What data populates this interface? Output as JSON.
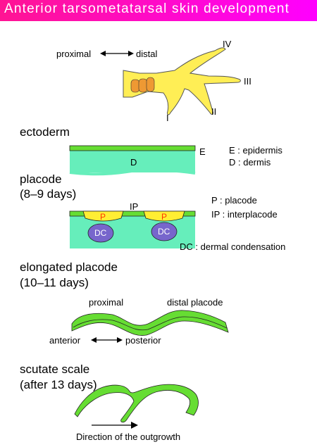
{
  "banner": {
    "title": "Anterior tarsometatarsal skin development"
  },
  "foot": {
    "proximal_label": "proximal",
    "distal_label": "distal",
    "digits": [
      "I",
      "II",
      "III",
      "IV"
    ]
  },
  "stages": {
    "ectoderm": {
      "heading": "ectoderm",
      "epidermis_mark": "E",
      "dermis_mark": "D"
    },
    "placode": {
      "heading_line1": "placode",
      "heading_line2": "(8–9 days)",
      "ip_mark": "IP",
      "p_mark": "P",
      "dc_mark": "DC"
    },
    "elongated": {
      "heading_line1": "elongated placode",
      "heading_line2": "(10–11 days)",
      "proximal_label": "proximal",
      "distal_label": "distal placode",
      "anterior_label": "anterior",
      "posterior_label": "posterior"
    },
    "scutate": {
      "heading_line1": "scutate scale",
      "heading_line2": "(after 13 days)",
      "direction_label": "Direction of the outgrowth"
    }
  },
  "legend": {
    "epidermis": "E : epidermis",
    "dermis": "D : dermis",
    "placode": "P : placode",
    "interplacode": "IP : interplacode",
    "dermal_condensation": "DC : dermal condensation"
  },
  "colors": {
    "banner": "#ff1493",
    "banner_text": "#ffffff",
    "epidermis": "#66dd33",
    "dermis": "#66eebb",
    "foot": "#ffee55",
    "scale_nodule": "#ee9933",
    "placode": "#ffee33",
    "placode_text": "#ff3300",
    "dermal_condensation": "#7766cc"
  }
}
